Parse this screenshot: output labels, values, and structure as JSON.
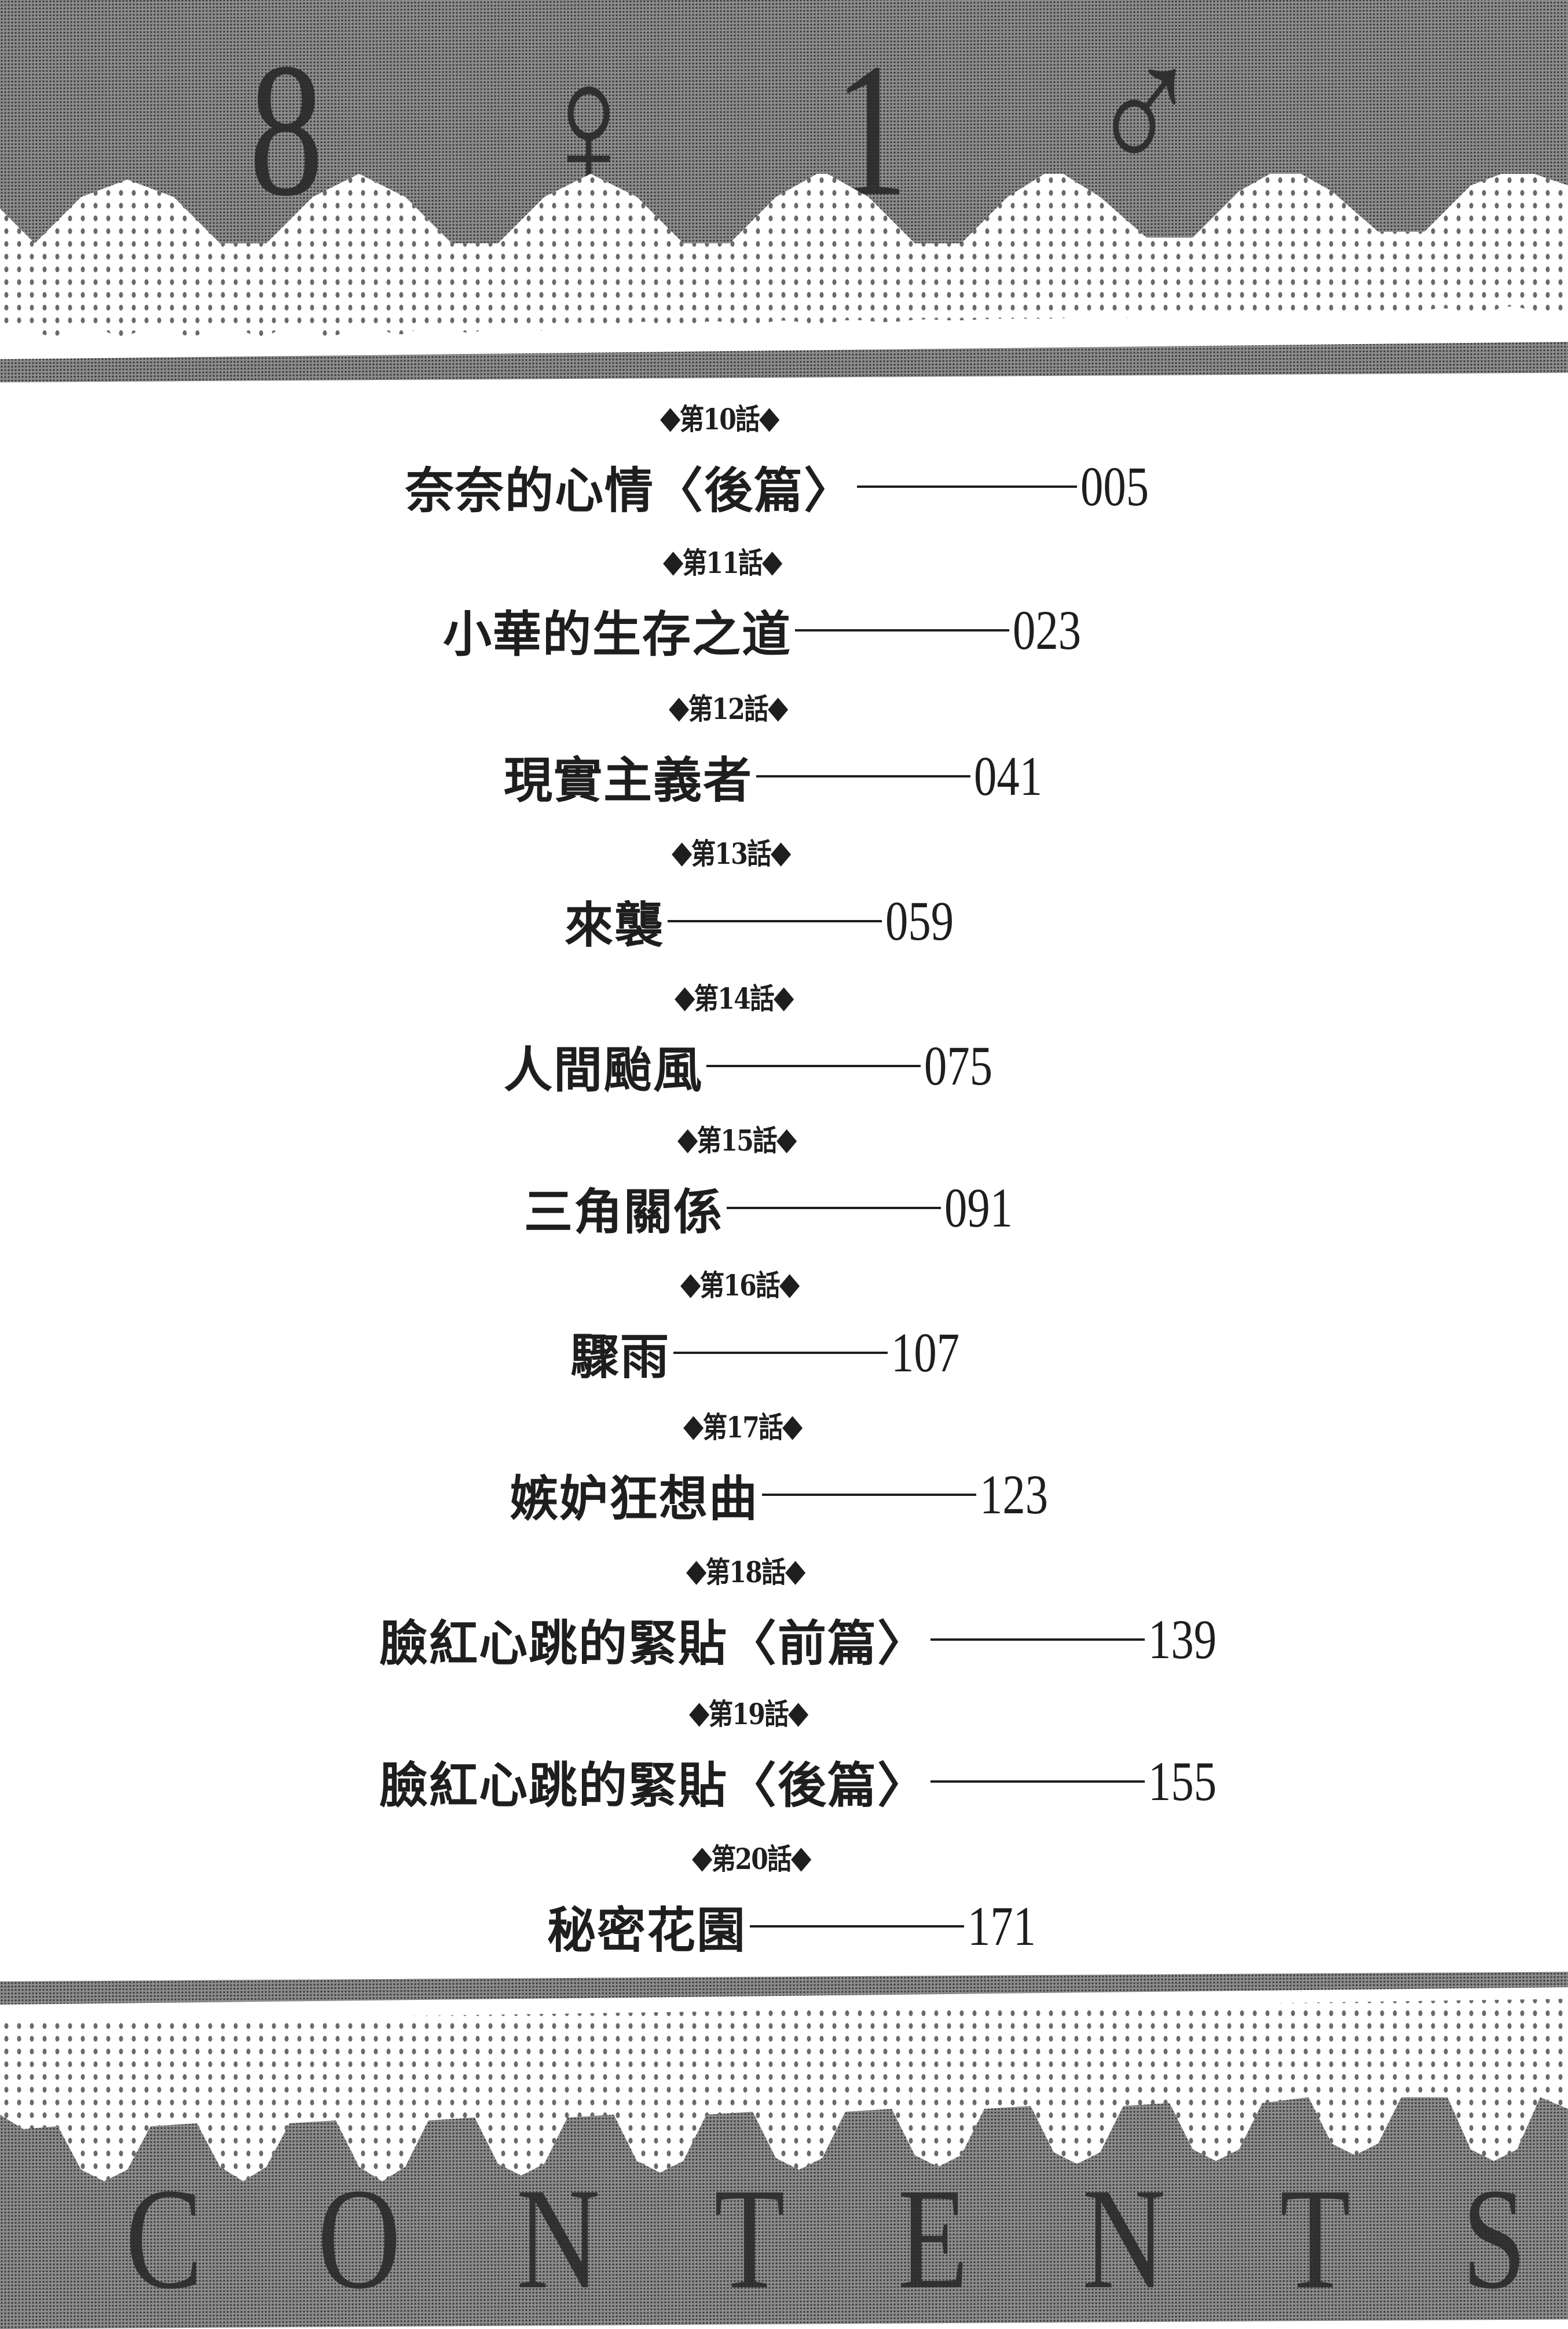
{
  "header": {
    "title_glyphs": [
      "8",
      "♀",
      "1",
      "♂"
    ],
    "title_text": "8♀1♂"
  },
  "toc": {
    "entries": [
      {
        "chapter": "第10話",
        "title": "奈奈的心情〈後篇〉",
        "page": "005"
      },
      {
        "chapter": "第11話",
        "title": "小華的生存之道",
        "page": "023"
      },
      {
        "chapter": "第12話",
        "title": "現實主義者",
        "page": "041"
      },
      {
        "chapter": "第13話",
        "title": "來襲",
        "page": "059"
      },
      {
        "chapter": "第14話",
        "title": "人間颱風",
        "page": "075"
      },
      {
        "chapter": "第15話",
        "title": "三角關係",
        "page": "091"
      },
      {
        "chapter": "第16話",
        "title": "驟雨",
        "page": "107"
      },
      {
        "chapter": "第17話",
        "title": "嫉妒狂想曲",
        "page": "123"
      },
      {
        "chapter": "第18話",
        "title": "臉紅心跳的緊貼〈前篇〉",
        "page": "139"
      },
      {
        "chapter": "第19話",
        "title": "臉紅心跳的緊貼〈後篇〉",
        "page": "155"
      },
      {
        "chapter": "第20話",
        "title": "秘密花園",
        "page": "171"
      }
    ],
    "diamond_glyph": "◆"
  },
  "footer": {
    "title": "CONTENTS",
    "letters": [
      "C",
      "O",
      "N",
      "T",
      "E",
      "N",
      "T",
      "S"
    ]
  },
  "colors": {
    "band_gray": "#8c8c8c",
    "ink": "#1e1e1e",
    "paper": "#ffffff"
  }
}
